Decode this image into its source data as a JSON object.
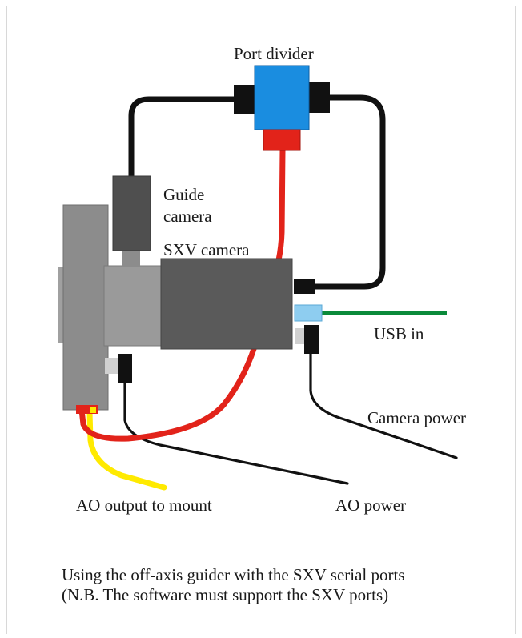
{
  "labels": {
    "port_divider": "Port divider",
    "guide_camera_line1": "Guide",
    "guide_camera_line2": "camera",
    "sxv_camera": "SXV camera",
    "usb_in": "USB in",
    "camera_power": "Camera power",
    "ao_output": "AO output to mount",
    "ao_power": "AO power"
  },
  "caption": {
    "line1": "Using the off-axis guider with the SXV serial ports",
    "line2": "(N.B. The software must support the SXV ports)"
  },
  "colors": {
    "background": "#ffffff",
    "black_cable": "#111111",
    "red_cable": "#e2231a",
    "yellow_cable": "#ffea00",
    "green_cable": "#0a8a3a",
    "port_divider_body": "#1a8de0",
    "usb_plug": "#8ecdf0",
    "camera_body": "#5a5a5a",
    "adapter_gray": "#8c8c8c",
    "guide_camera_body": "#4f4f4f"
  }
}
